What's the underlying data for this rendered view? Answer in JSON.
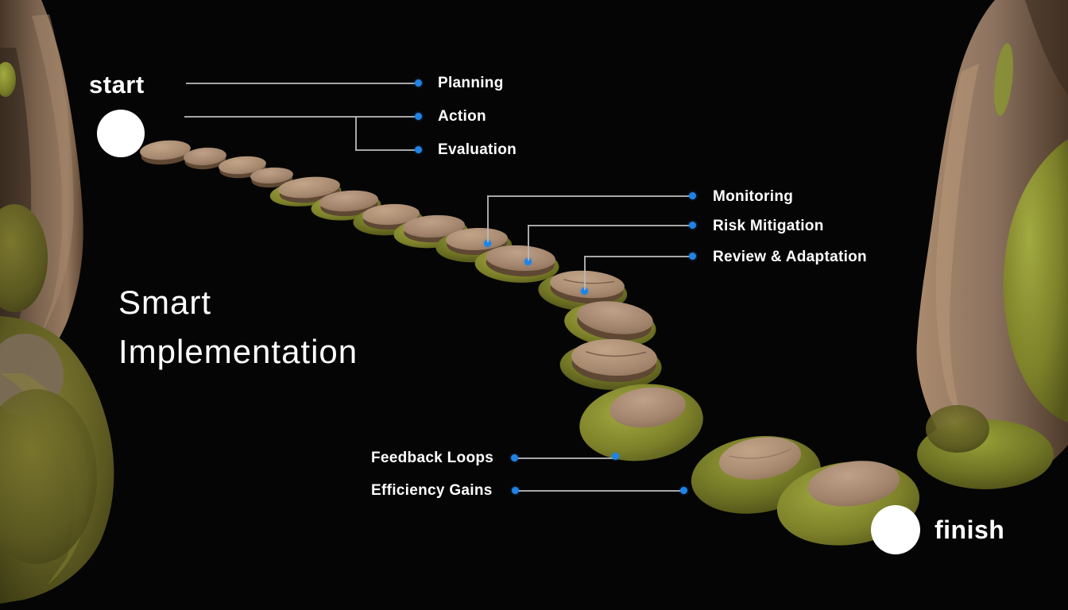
{
  "title": {
    "line1": "Smart",
    "line2": "Implementation"
  },
  "markers": {
    "start": "start",
    "finish": "finish"
  },
  "annotations": {
    "top": [
      {
        "label": "Planning"
      },
      {
        "label": "Action"
      },
      {
        "label": "Evaluation"
      }
    ],
    "middle": [
      {
        "label": "Monitoring"
      },
      {
        "label": "Risk Mitigation"
      },
      {
        "label": "Review & Adaptation"
      }
    ],
    "bottom": [
      {
        "label": "Feedback Loops"
      },
      {
        "label": "Efficiency Gains"
      }
    ]
  },
  "icons": {
    "connector_dot": "blue-dot-icon",
    "start_marker": "white-circle-icon",
    "finish_marker": "white-circle-icon"
  },
  "colors": {
    "background": "#060505",
    "accent_blue": "#1f83e6",
    "connector_line": "#b9b9b9",
    "text": "#ffffff",
    "stone_tan": "#b3957d",
    "moss_green": "#8f9636"
  }
}
